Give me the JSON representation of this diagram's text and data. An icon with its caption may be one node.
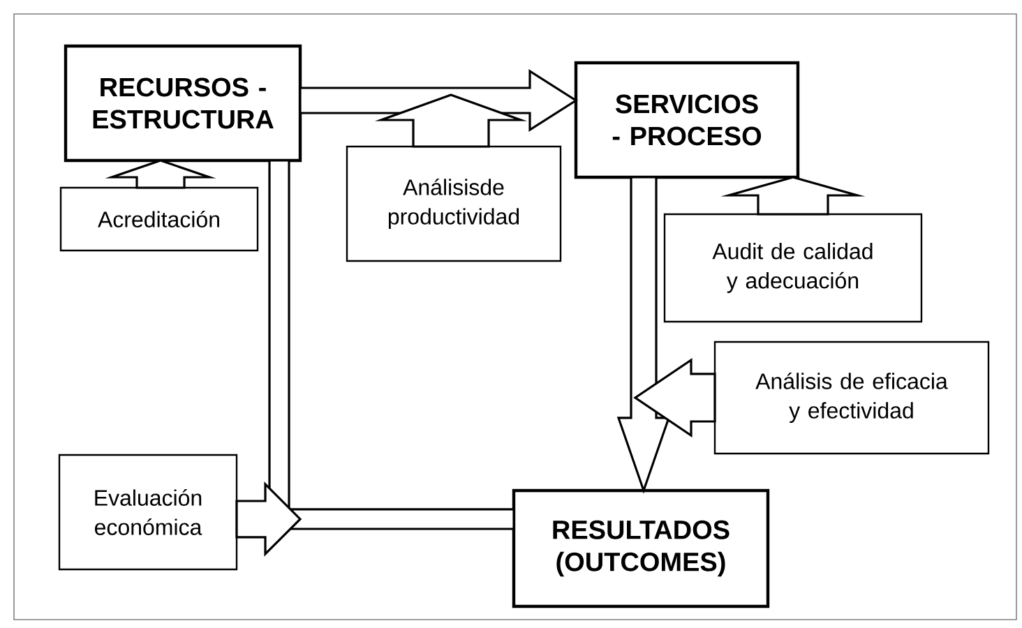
{
  "diagram": {
    "nodes": [
      {
        "text": [
          "RECURSOS - ESTRUCTURA"
        ]
      },
      {
        "text": [
          "SERVICIOS - PROCESO"
        ]
      },
      {
        "text": [
          "RESULTADOS (OUTCOMES)"
        ]
      },
      {
        "text": [
          "Acreditación"
        ]
      },
      {
        "text": [
          "Análisisde productividad"
        ]
      },
      {
        "text": [
          "Audit de calidad y adecuación"
        ]
      },
      {
        "text": [
          "Análisis de eficacia y efectividad"
        ]
      },
      {
        "text": [
          "Evaluación económica"
        ]
      }
    ],
    "edges": [
      {
        "from": 0,
        "to": 1,
        "arrow": "to"
      },
      {
        "from": 0,
        "to": 2,
        "arrow": "none"
      },
      {
        "from": 1,
        "to": 2,
        "arrow": "to"
      },
      {
        "from": 3,
        "to": 0,
        "arrow": "to"
      },
      {
        "from": 4,
        "to": null,
        "arrow": "to"
      },
      {
        "from": 5,
        "to": 1,
        "arrow": "to"
      },
      {
        "from": 6,
        "to": null,
        "arrow": "to"
      },
      {
        "from": 7,
        "to": null,
        "arrow": "to"
      }
    ]
  }
}
